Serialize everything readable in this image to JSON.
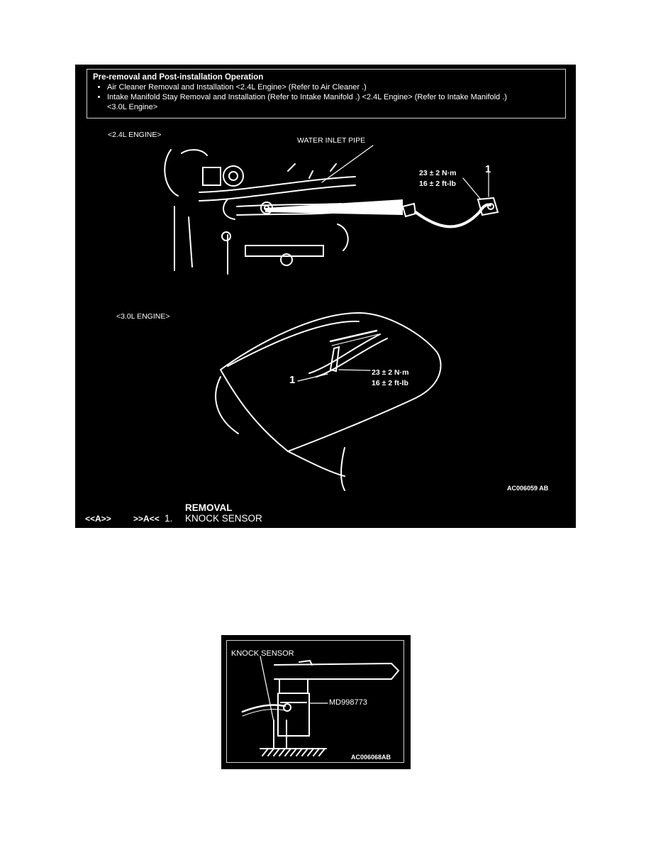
{
  "main_figure": {
    "note_header": "Pre-removal and Post-installation Operation",
    "note_items": [
      "Air Cleaner Removal and Installation <2.4L Engine> (Refer to Air Cleaner .)",
      "Intake Manifold Stay Removal and Installation (Refer to Intake Manifold .) <2.4L Engine> (Refer to Intake Manifold .)",
      "<3.0L Engine>"
    ],
    "engine_24_label": "<2.4L ENGINE>",
    "water_inlet_label": "WATER INLET PIPE",
    "torque_24_nm": "23 ± 2 N·m",
    "torque_24_ftlb": "16 ± 2 ft-lb",
    "callout_24": "1",
    "engine_30_label": "<3.0L ENGINE>",
    "callout_30": "1",
    "torque_30_nm": "23 ± 2 N·m",
    "torque_30_ftlb": "16 ± 2 ft-lb",
    "figure_code": "AC006059 AB",
    "removal_heading": "REMOVAL",
    "row_marker_a": "<<A>>",
    "row_marker_b": ">>A<<",
    "row_number": "1.",
    "row_part": "KNOCK SENSOR"
  },
  "small_figure": {
    "knock_sensor_label": "KNOCK SENSOR",
    "tool_label": "MD998773",
    "figure_code": "AC006068AB"
  }
}
